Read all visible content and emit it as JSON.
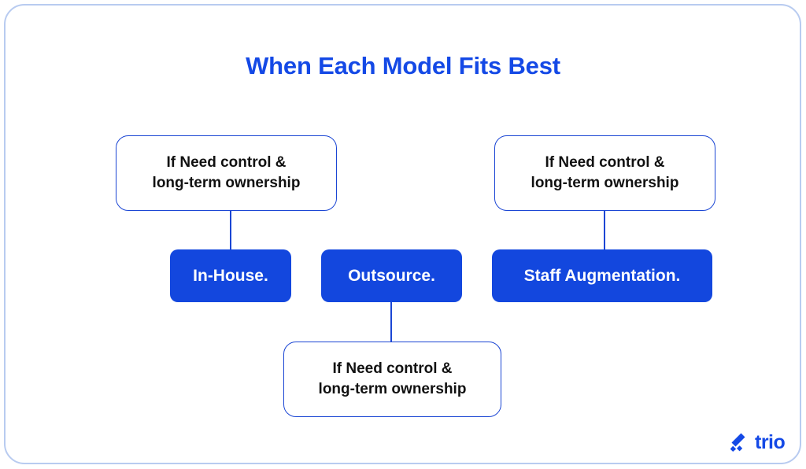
{
  "diagram": {
    "title": "When Each Model Fits Best",
    "accent_color": "#1449e6",
    "solid_fill_color": "#1347de",
    "outline_border_color": "#1b46d4",
    "text_dark_color": "#111111",
    "text_light_color": "#ffffff",
    "frame_color": "#b8cbf0",
    "background_color": "#ffffff",
    "nodes": {
      "condition_left": {
        "line1": "If Need control &",
        "line2": "long-term ownership"
      },
      "condition_right": {
        "line1": "If Need control &",
        "line2": "long-term ownership"
      },
      "condition_bottom": {
        "line1": "If Need control &",
        "line2": "long-term ownership"
      },
      "model_in_house": "In-House.",
      "model_outsource": "Outsource.",
      "model_staff_augmentation": "Staff Augmentation."
    }
  },
  "logo": {
    "wordmark": "trio",
    "mark_name": "trio-diamond-mark"
  }
}
